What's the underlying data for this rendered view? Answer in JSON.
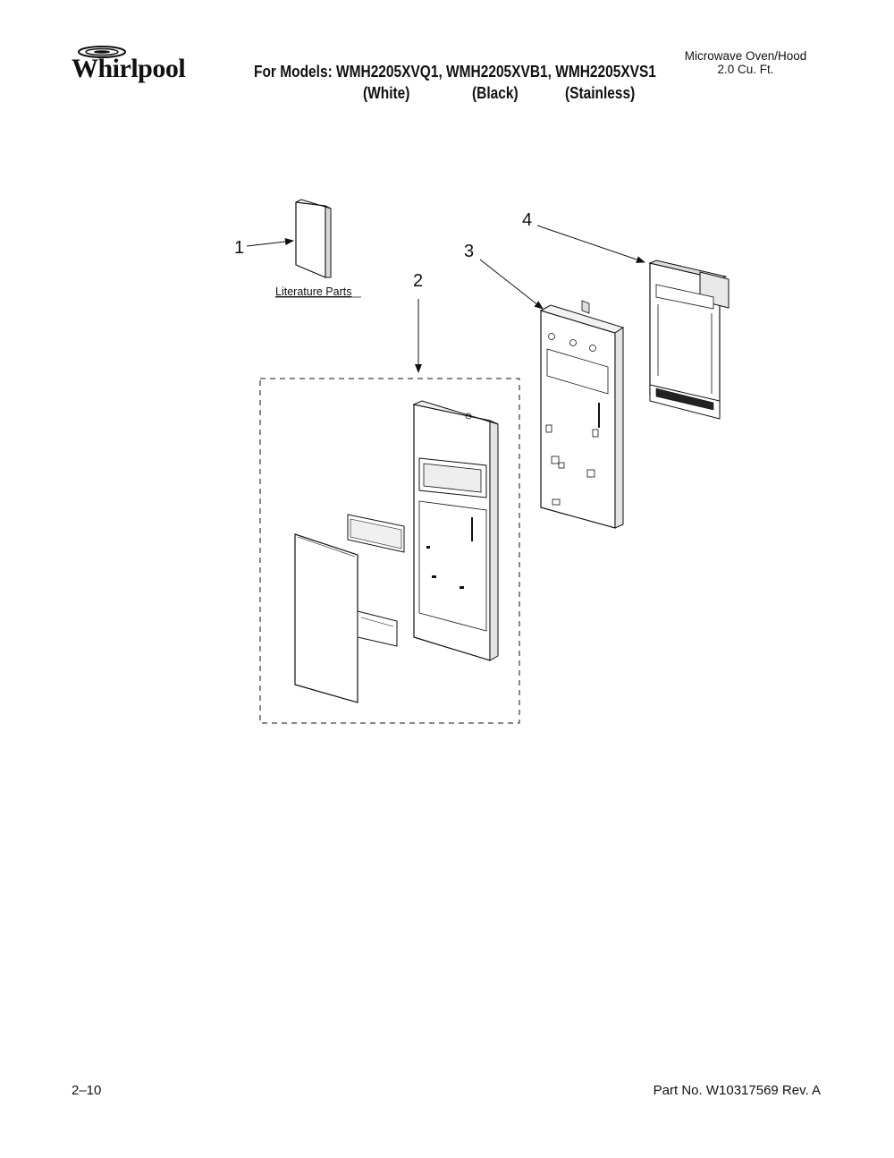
{
  "header": {
    "brand": "Whirlpool",
    "models_line": "For Models: WMH2205XVQ1, WMH2205XVB1, WMH2205XVS1",
    "variants": [
      "(White)",
      "(Black)",
      "(Stainless)"
    ],
    "product_type": "Microwave Oven/Hood",
    "capacity": "2.0 Cu. Ft."
  },
  "diagram": {
    "callouts": [
      "1",
      "2",
      "3",
      "4"
    ],
    "literature_label": "Literature Parts"
  },
  "footer": {
    "page_number": "2–10",
    "part_number": "Part No. W10317569 Rev. A"
  }
}
